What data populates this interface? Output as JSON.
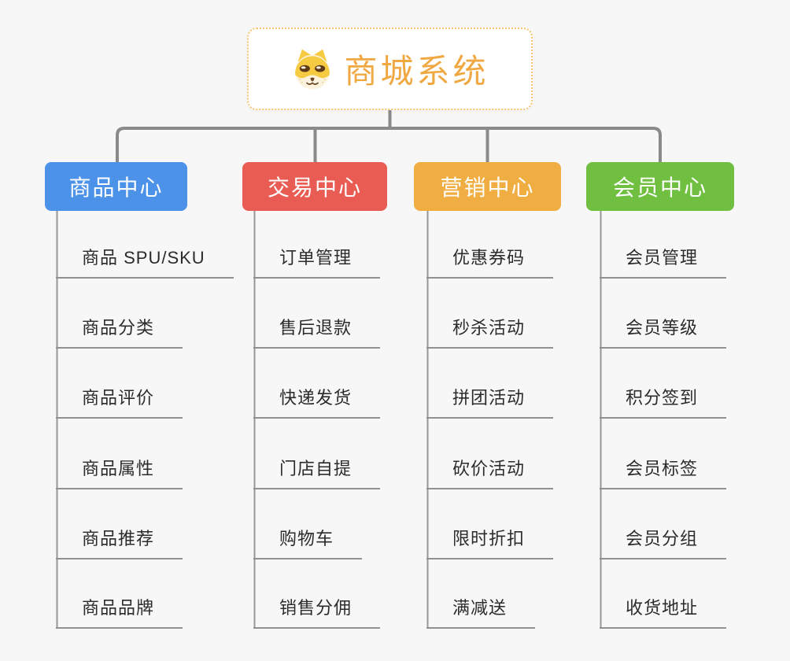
{
  "root": {
    "title": "商城系统",
    "icon": "shiba-dog-icon",
    "title_color": "#F0A843",
    "border_color": "#F3C46D"
  },
  "branches": [
    {
      "label": "商品中心",
      "color": "#4B92E8",
      "children": [
        "商品 SPU/SKU",
        "商品分类",
        "商品评价",
        "商品属性",
        "商品推荐",
        "商品品牌"
      ]
    },
    {
      "label": "交易中心",
      "color": "#E85C54",
      "children": [
        "订单管理",
        "售后退款",
        "快递发货",
        "门店自提",
        "购物车",
        "销售分佣"
      ]
    },
    {
      "label": "营销中心",
      "color": "#F0AD41",
      "children": [
        "优惠券码",
        "秒杀活动",
        "拼团活动",
        "砍价活动",
        "限时折扣",
        "满减送"
      ]
    },
    {
      "label": "会员中心",
      "color": "#70BF41",
      "children": [
        "会员管理",
        "会员等级",
        "积分签到",
        "会员标签",
        "会员分组",
        "收货地址"
      ]
    }
  ],
  "connector_colors": {
    "main": "#8A8A8A",
    "spine": "#979797"
  },
  "background_color": "#F7F7F7"
}
